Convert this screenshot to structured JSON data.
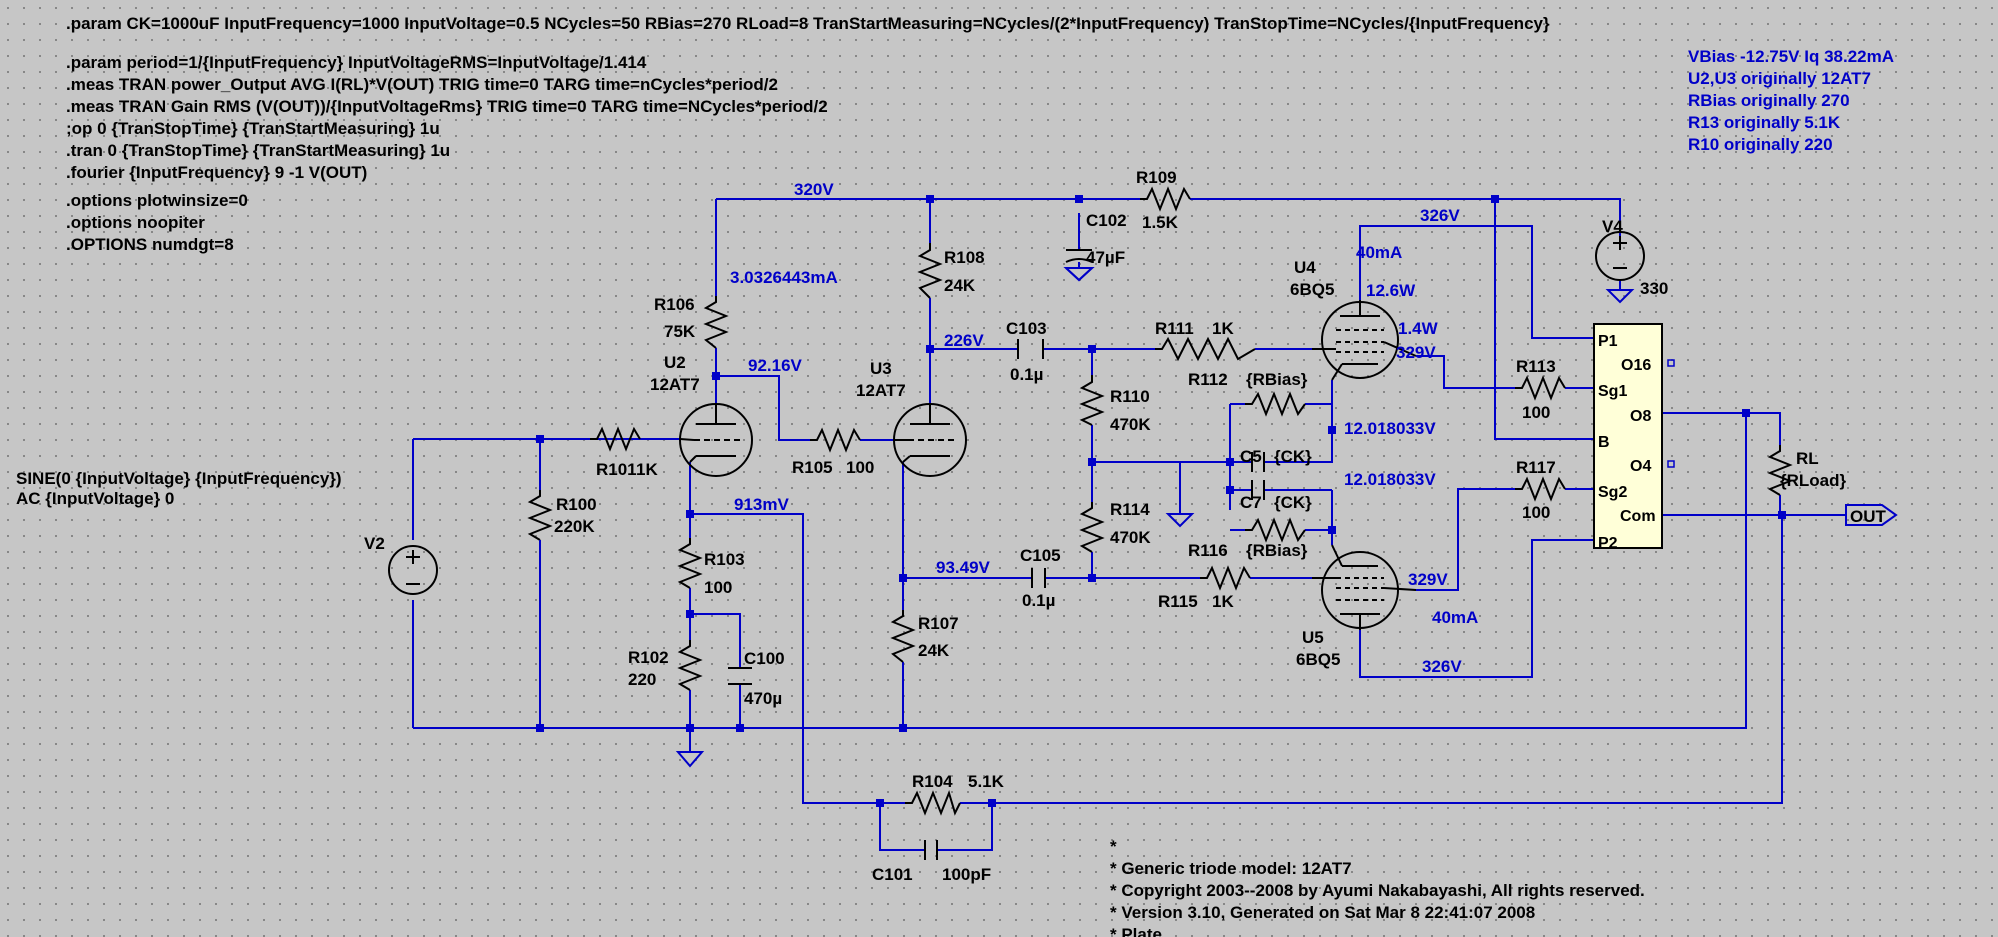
{
  "directives": {
    "param_main": ".param CK=1000uF InputFrequency=1000 InputVoltage=0.5 NCycles=50 RBias=270 RLoad=8 TranStartMeasuring=NCycles/(2*InputFrequency) TranStopTime=NCycles/{InputFrequency}",
    "lines": [
      ".param period=1/{InputFrequency} InputVoltageRMS=InputVoltage/1.414",
      ".meas TRAN power_Output AVG I(RL)*V(OUT) TRIG time=0 TARG time=nCycles*period/2",
      ".meas TRAN Gain RMS (V(OUT))/{InputVoltageRms} TRIG time=0 TARG time=NCycles*period/2",
      ";op 0 {TranStopTime} {TranStartMeasuring} 1u",
      ".tran 0 {TranStopTime} {TranStartMeasuring} 1u",
      ".fourier {InputFrequency} 9 -1 V(OUT)"
    ],
    "options": [
      ".options plotwinsize=0",
      ".options noopiter",
      ".OPTIONS numdgt=8"
    ]
  },
  "notes": [
    "VBias -12.75V  Iq 38.22mA",
    "U2,U3 originally 12AT7",
    "RBias originally 270",
    "R13 originally 5.1K",
    "R10 originally 220"
  ],
  "components": {
    "R109": {
      "name": "R109",
      "value": "1.5K"
    },
    "C102": {
      "name": "C102",
      "value": "47µF"
    },
    "R108": {
      "name": "R108",
      "value": "24K"
    },
    "R106": {
      "name": "R106",
      "value": "75K"
    },
    "U2": {
      "name": "U2",
      "model": "12AT7"
    },
    "U3": {
      "name": "U3",
      "model": "12AT7"
    },
    "U4": {
      "name": "U4",
      "model": "6BQ5"
    },
    "U5": {
      "name": "U5",
      "model": "6BQ5"
    },
    "V4": {
      "name": "V4",
      "value": "330"
    },
    "C103": {
      "name": "C103",
      "value": "0.1µ"
    },
    "R111": {
      "name": "R111",
      "value": "1K"
    },
    "R112": {
      "name": "R112",
      "value": "{RBias}"
    },
    "R113": {
      "name": "R113",
      "value": "100"
    },
    "R110": {
      "name": "R110",
      "value": "470K"
    },
    "R114": {
      "name": "R114",
      "value": "470K"
    },
    "C5": {
      "name": "C5",
      "value": "{CK}"
    },
    "C7": {
      "name": "C7",
      "value": "{CK}"
    },
    "R117": {
      "name": "R117",
      "value": "100"
    },
    "R116": {
      "name": "R116",
      "value": "{RBias}"
    },
    "R115": {
      "name": "R115",
      "value": "1K"
    },
    "C105": {
      "name": "C105",
      "value": "0.1µ"
    },
    "R107": {
      "name": "R107",
      "value": "24K"
    },
    "R101": {
      "name": "R101",
      "value": "1K"
    },
    "R100": {
      "name": "R100",
      "value": "220K"
    },
    "R105": {
      "name": "R105",
      "value": "100"
    },
    "R103": {
      "name": "R103",
      "value": "100"
    },
    "R102": {
      "name": "R102",
      "value": "220"
    },
    "C100": {
      "name": "C100",
      "value": "470µ"
    },
    "R104": {
      "name": "R104",
      "value": "5.1K"
    },
    "C101": {
      "name": "C101",
      "value": "100pF"
    },
    "RL": {
      "name": "RL",
      "value": "{RLoad}"
    },
    "V2": {
      "name": "V2"
    }
  },
  "v2_source": [
    "SINE(0 {InputVoltage} {InputFrequency})",
    "AC {InputVoltage} 0"
  ],
  "transformer": {
    "pins": [
      "P1",
      "Sg1",
      "B",
      "Sg2",
      "P2",
      "O16",
      "O8",
      "O4",
      "Com"
    ]
  },
  "output_label": "OUT",
  "node_labels": {
    "n320": "320V",
    "i_r106": "3.0326443mA",
    "n226": "226V",
    "n92": "92.16V",
    "n913": "913mV",
    "n9349": "93.49V",
    "n326a": "326V",
    "n326b": "326V",
    "i_u4": "40mA",
    "p_u4a": "12.6W",
    "p_u4b": "1.4W",
    "n329a": "329V",
    "n329b": "329V",
    "n12a": "12.018033V",
    "n12b": "12.018033V",
    "i_u5": "40mA"
  },
  "model_comment": [
    "*",
    "* Generic triode model: 12AT7",
    "* Copyright 2003--2008 by Ayumi Nakabayashi, All rights reserved.",
    "* Version 3.10, Generated on Sat Mar  8 22:41:07 2008",
    "*          Plate"
  ]
}
